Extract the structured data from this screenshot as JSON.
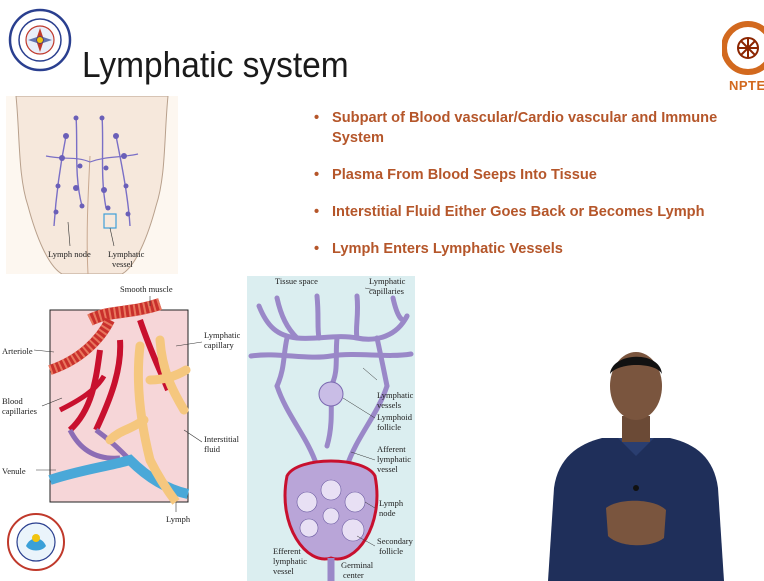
{
  "slide": {
    "title": "Lymphatic system",
    "accent_color": "#b5562a",
    "bullets": [
      "Subpart of Blood vascular/Cardio vascular and Immune System",
      "Plasma From Blood Seeps Into Tissue",
      "Interstitial Fluid Either Goes Back or Becomes Lymph",
      "Lymph Enters Lymphatic Vessels"
    ]
  },
  "logos": {
    "nptel": "NPTE",
    "top_left": "institute-seal-icon",
    "bottom_left": "institute-seal-icon"
  },
  "figures": {
    "body": {
      "labels": [
        "Lymph node",
        "Lymphatic",
        "vessel"
      ]
    },
    "circulation": {
      "labels": [
        "Smooth muscle",
        "Arteriole",
        "Lymphatic",
        "capillary",
        "Blood",
        "capillaries",
        "Interstitial",
        "fluid",
        "Venule",
        "Lymph"
      ]
    },
    "node": {
      "labels": [
        "Tissue space",
        "Lymphatic",
        "capillaries",
        "Lymphatic",
        "vessels",
        "Lymphoid",
        "follicle",
        "Afferent",
        "lymphatic",
        "vessel",
        "Lymph",
        "node",
        "Secondary",
        "follicle",
        "Efferent",
        "lymphatic",
        "vessel",
        "Germinal",
        "center"
      ]
    }
  }
}
